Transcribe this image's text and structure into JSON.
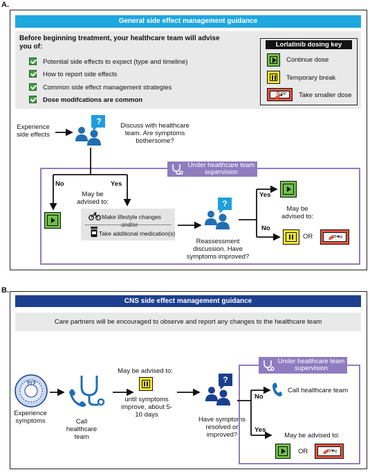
{
  "panel_a": {
    "letter": "A.",
    "header": "General side effect management guidance",
    "intro": "Before beginning treatment, your healthcare team will advise you of:",
    "checklist": [
      "Potential side effects to expect (type and timeline)",
      "How to report side effects",
      "Common side effect management strategies",
      "Dose modifcations are common"
    ],
    "key": {
      "title": "Lorlatinib dosing key",
      "items": [
        "Continue dose",
        "Temporary break",
        "Take smaller dose"
      ]
    },
    "experience": "Experience side effects",
    "discuss": "Discuss with healthcare team. Are symptoms bothersome?",
    "supervision": "Under healthcare team supervision",
    "no": "No",
    "yes": "Yes",
    "may_be_advised": "May be advised to:",
    "lifestyle": "Make lifestyle changes",
    "andor": "and/or",
    "medication": "Take additional medication(s)",
    "reassess": "Reassessment discussion. Have symptoms improved?",
    "yes2": "Yes",
    "no2": "No",
    "may_be_advised2": "May be advised to:",
    "or": "OR",
    "mg": "25 mg",
    "question": "?"
  },
  "panel_b": {
    "letter": "B.",
    "header": "CNS side effect management guidance",
    "banner": "Care partners will be encouraged to observe and report any changes to the healthcare team",
    "experience": "Experience symptoms",
    "call": "Call healthcare team",
    "may_be_advised": "May be advised to:",
    "until": "until symptoms improve, about 5-10 days",
    "resolved": "Have symptoms resolved or improved?",
    "supervision": "Under healthcare team supervision",
    "no": "No",
    "call2": "Call healthcare team",
    "yes": "Yes",
    "may_be_advised2": "May be advised to:",
    "or": "OR",
    "mg": "25 mg",
    "question": "?",
    "head_marks": "?!?"
  },
  "colors": {
    "header_a": "#1fa7e0",
    "header_b": "#1c3f8f",
    "purple": "#8f7cbf",
    "green": "#71c04b",
    "yellow": "#f6e737",
    "red": "#e3553f",
    "icon_blue": "#1f6fb2"
  }
}
